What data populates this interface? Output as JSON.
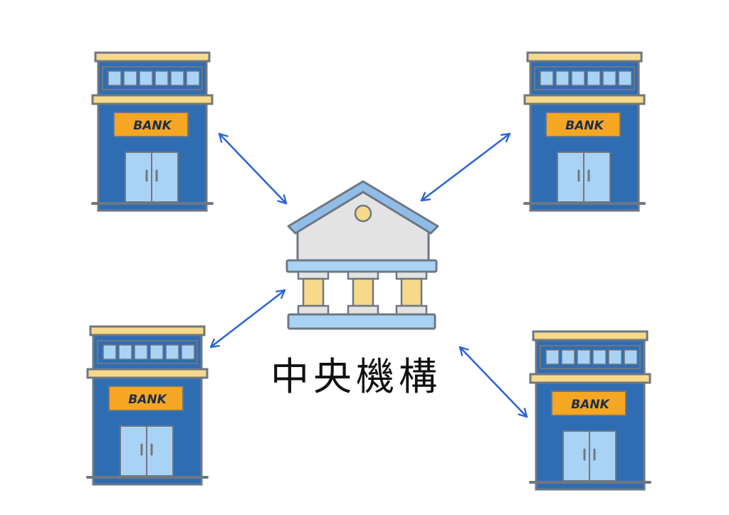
{
  "diagram": {
    "central_label": "中央機構",
    "bank_sign": "BANK",
    "bank_count": 4,
    "colors": {
      "bank_body": "#2f6db3",
      "bank_trim": "#f7d98a",
      "bank_sign": "#f5a623",
      "window": "#a9d3f5",
      "door": "#a9d3f5",
      "arrow": "#2a64d6",
      "temple_roof": "#8fbde8",
      "temple_wall": "#e3e3e3",
      "temple_column": "#f7d98a",
      "outline": "#6f7782"
    }
  }
}
